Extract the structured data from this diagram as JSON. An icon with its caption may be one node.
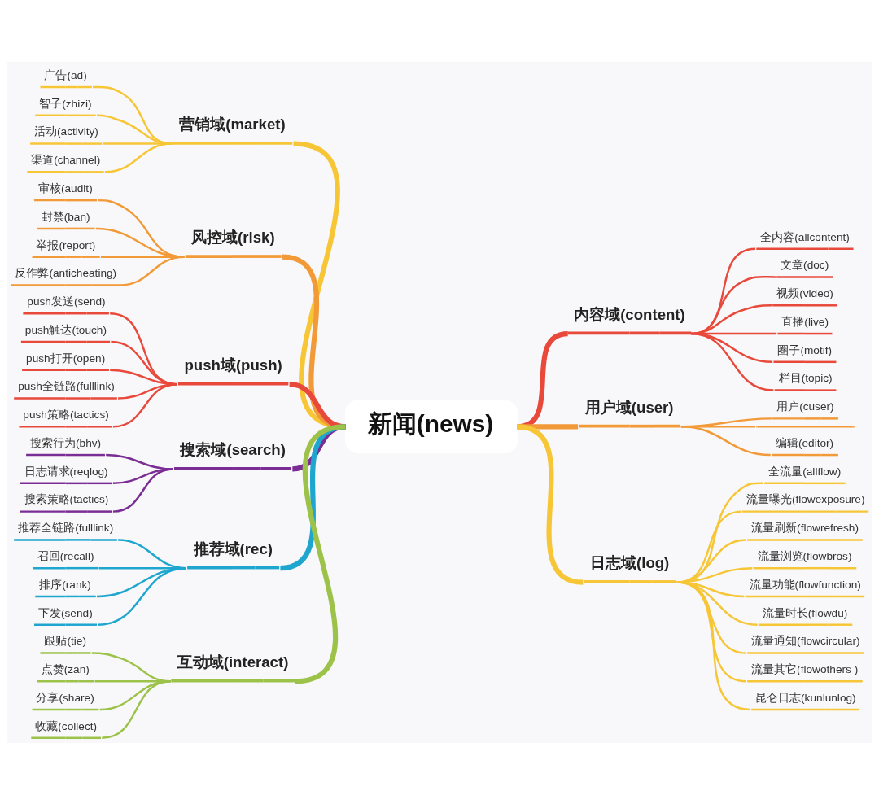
{
  "diagram": {
    "nodes": [
      {
        "text": [
          "新闻(news)"
        ]
      },
      {
        "text": [
          "营销域(market)"
        ]
      },
      {
        "text": [
          "广告(ad)"
        ]
      },
      {
        "text": [
          "智子(zhizi)"
        ]
      },
      {
        "text": [
          "活动(activity)"
        ]
      },
      {
        "text": [
          "渠道(channel)"
        ]
      },
      {
        "text": [
          "风控域(risk)"
        ]
      },
      {
        "text": [
          "审核(audit)"
        ]
      },
      {
        "text": [
          "封禁(ban)"
        ]
      },
      {
        "text": [
          "举报(report)"
        ]
      },
      {
        "text": [
          "反作弊(anticheating)"
        ]
      },
      {
        "text": [
          "push域(push)"
        ]
      },
      {
        "text": [
          "push发送(send)"
        ]
      },
      {
        "text": [
          "push触达(touch)"
        ]
      },
      {
        "text": [
          "push打开(open)"
        ]
      },
      {
        "text": [
          "push全链路(fulllink)"
        ]
      },
      {
        "text": [
          "push策略(tactics)"
        ]
      },
      {
        "text": [
          "搜索域(search)"
        ]
      },
      {
        "text": [
          "搜索行为(bhv)"
        ]
      },
      {
        "text": [
          "日志请求(reqlog)"
        ]
      },
      {
        "text": [
          "搜索策略(tactics)"
        ]
      },
      {
        "text": [
          "推荐域(rec)"
        ]
      },
      {
        "text": [
          "推荐全链路(fulllink)"
        ]
      },
      {
        "text": [
          "召回(recall)"
        ]
      },
      {
        "text": [
          "排序(rank)"
        ]
      },
      {
        "text": [
          "下发(send)"
        ]
      },
      {
        "text": [
          "互动域(interact)"
        ]
      },
      {
        "text": [
          "跟贴(tie)"
        ]
      },
      {
        "text": [
          "点赞(zan)"
        ]
      },
      {
        "text": [
          "分享(share)"
        ]
      },
      {
        "text": [
          "收藏(collect)"
        ]
      },
      {
        "text": [
          "内容域(content)"
        ]
      },
      {
        "text": [
          "全内容(allcontent)"
        ]
      },
      {
        "text": [
          "文章(doc)"
        ]
      },
      {
        "text": [
          "视频(video)"
        ]
      },
      {
        "text": [
          "直播(live)"
        ]
      },
      {
        "text": [
          "圈子(motif)"
        ]
      },
      {
        "text": [
          "栏目(topic)"
        ]
      },
      {
        "text": [
          "用户域(user)"
        ]
      },
      {
        "text": [
          "用户(cuser)"
        ]
      },
      {
        "text": [],
        "shape": "line"
      },
      {
        "text": [
          "编辑(editor)"
        ]
      },
      {
        "text": [
          "日志域(log)"
        ]
      },
      {
        "text": [
          "全流量(allflow)"
        ]
      },
      {
        "text": [
          "流量曝光(flowexposure)"
        ]
      },
      {
        "text": [
          "流量刷新(flowrefresh)"
        ]
      },
      {
        "text": [
          "流量浏览(flowbros)"
        ]
      },
      {
        "text": [
          "流量功能(flowfunction)"
        ]
      },
      {
        "text": [
          "流量时长(flowdu)"
        ]
      },
      {
        "text": [
          "流量通知(flowcircular)"
        ]
      },
      {
        "text": [
          "流量其它(flowothers )"
        ]
      },
      {
        "text": [
          "昆仑日志(kunlunlog)"
        ]
      }
    ],
    "edges": [
      {
        "from": 1,
        "to": 0,
        "arrow": "none",
        "style": "thick"
      },
      {
        "from": 2,
        "to": 1,
        "arrow": "none"
      },
      {
        "from": 3,
        "to": 1,
        "arrow": "none"
      },
      {
        "from": 4,
        "to": 1,
        "arrow": "none"
      },
      {
        "from": 5,
        "to": 1,
        "arrow": "none"
      },
      {
        "from": 6,
        "to": 0,
        "arrow": "none",
        "style": "thick",
        "color": "#f29a38"
      },
      {
        "from": 7,
        "to": 6,
        "arrow": "none",
        "color": "#f29a38"
      },
      {
        "from": 8,
        "to": 6,
        "arrow": "none",
        "color": "#f29a38"
      },
      {
        "from": 9,
        "to": 6,
        "arrow": "none",
        "color": "#f29a38"
      },
      {
        "from": 10,
        "to": 6,
        "arrow": "none",
        "color": "#f29a38"
      },
      {
        "from": 11,
        "to": 0,
        "arrow": "none",
        "style": "thick",
        "color": "#e8493b"
      },
      {
        "from": 12,
        "to": 11,
        "arrow": "none",
        "color": "#e8493b"
      },
      {
        "from": 13,
        "to": 11,
        "arrow": "none",
        "color": "#e8493b"
      },
      {
        "from": 14,
        "to": 11,
        "arrow": "none",
        "color": "#e8493b"
      },
      {
        "from": 15,
        "to": 11,
        "arrow": "none",
        "color": "#e8493b"
      },
      {
        "from": 16,
        "to": 11,
        "arrow": "none",
        "color": "#e8493b"
      },
      {
        "from": 17,
        "to": 0,
        "arrow": "none",
        "style": "thick",
        "color": "#7a2d94"
      },
      {
        "from": 18,
        "to": 17,
        "arrow": "none",
        "color": "#7a2d94"
      },
      {
        "from": 19,
        "to": 17,
        "arrow": "none",
        "color": "#7a2d94"
      },
      {
        "from": 20,
        "to": 17,
        "arrow": "none",
        "color": "#7a2d94"
      },
      {
        "from": 21,
        "to": 0,
        "arrow": "none",
        "style": "thick",
        "color": "#1ea6cf"
      },
      {
        "from": 22,
        "to": 21,
        "arrow": "none",
        "color": "#1ea6cf"
      },
      {
        "from": 23,
        "to": 21,
        "arrow": "none",
        "color": "#1ea6cf"
      },
      {
        "from": 24,
        "to": 21,
        "arrow": "none",
        "color": "#1ea6cf"
      },
      {
        "from": 25,
        "to": 21,
        "arrow": "none",
        "color": "#1ea6cf"
      },
      {
        "from": 26,
        "to": 0,
        "arrow": "none",
        "style": "thick",
        "color": "#9cc24a"
      },
      {
        "from": 27,
        "to": 26,
        "arrow": "none",
        "color": "#9cc24a"
      },
      {
        "from": 28,
        "to": 26,
        "arrow": "none",
        "color": "#9cc24a"
      },
      {
        "from": 29,
        "to": 26,
        "arrow": "none",
        "color": "#9cc24a"
      },
      {
        "from": 30,
        "to": 26,
        "arrow": "none",
        "color": "#9cc24a"
      },
      {
        "from": 0,
        "to": 31,
        "arrow": "none",
        "style": "thick",
        "color": "#e8493b"
      },
      {
        "from": 31,
        "to": 32,
        "arrow": "none",
        "color": "#e8493b"
      },
      {
        "from": 31,
        "to": 33,
        "arrow": "none",
        "color": "#e8493b"
      },
      {
        "from": 31,
        "to": 34,
        "arrow": "none",
        "color": "#e8493b"
      },
      {
        "from": 31,
        "to": 35,
        "arrow": "none",
        "color": "#e8493b"
      },
      {
        "from": 31,
        "to": 36,
        "arrow": "none",
        "color": "#e8493b"
      },
      {
        "from": 31,
        "to": 37,
        "arrow": "none",
        "color": "#e8493b"
      },
      {
        "from": 0,
        "to": 38,
        "arrow": "none",
        "style": "thick",
        "color": "#f29a38"
      },
      {
        "from": 38,
        "to": 39,
        "arrow": "none",
        "color": "#f29a38"
      },
      {
        "from": 38,
        "to": 40,
        "arrow": "none",
        "color": "#f29a38"
      },
      {
        "from": 38,
        "to": 41,
        "arrow": "none",
        "color": "#f29a38"
      },
      {
        "from": 0,
        "to": 42,
        "arrow": "none",
        "style": "thick"
      },
      {
        "from": 42,
        "to": 43,
        "arrow": "none"
      },
      {
        "from": 42,
        "to": 44,
        "arrow": "none"
      },
      {
        "from": 42,
        "to": 45,
        "arrow": "none"
      },
      {
        "from": 42,
        "to": 46,
        "arrow": "none"
      },
      {
        "from": 42,
        "to": 47,
        "arrow": "none"
      },
      {
        "from": 42,
        "to": 48,
        "arrow": "none"
      },
      {
        "from": 42,
        "to": 49,
        "arrow": "none"
      },
      {
        "from": 42,
        "to": 50,
        "arrow": "none"
      },
      {
        "from": 42,
        "to": 51,
        "arrow": "none"
      }
    ]
  }
}
